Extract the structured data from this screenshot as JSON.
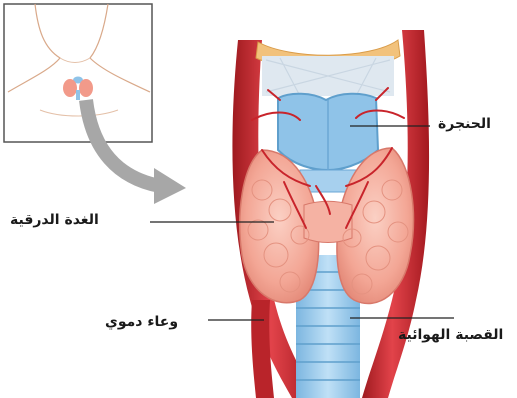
{
  "labels": {
    "larynx": "الحنجرة",
    "thyroid": "الغدة الدرقية",
    "blood_vessel": "وعاء دموي",
    "trachea": "القصبة الهوائية"
  },
  "colors": {
    "artery": "#c8242b",
    "thyroid": "#f3a99a",
    "cartilage": "#8fc3e8",
    "hyoid": "#f2c27c",
    "arrow": "#a7a7a7"
  }
}
